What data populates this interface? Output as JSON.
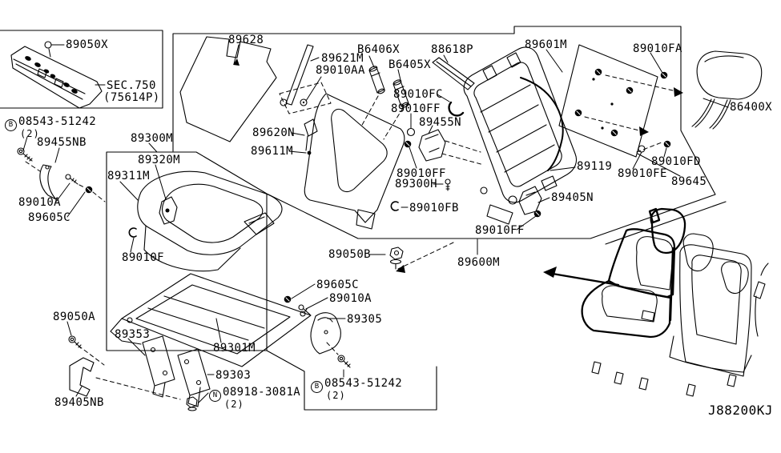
{
  "diagram": {
    "code": "J88200KJ",
    "section_ref": {
      "text": "SEC.750",
      "sub": "(75614P)"
    },
    "fasteners": {
      "bolt": {
        "prefix": "B",
        "number": "08543-51242",
        "qty": "(2)"
      },
      "nut": {
        "prefix": "N",
        "number": "08918-3081A",
        "qty": "(2)"
      }
    },
    "parts": {
      "89050X": "89050X",
      "89455NB": "89455NB",
      "89010A": "89010A",
      "89605C": "89605C",
      "89300M": "89300M",
      "89320M": "89320M",
      "89311M": "89311M",
      "89010F": "89010F",
      "89628": "89628",
      "89621M": "89621M",
      "89010AA": "89010AA",
      "B6406X": "B6406X",
      "B6405X": "B6405X",
      "88618P": "88618P",
      "89010FC": "89010FC",
      "89010FF": "89010FF",
      "89455N": "89455N",
      "89300H": "89300H",
      "89010FB": "89010FB",
      "89620N": "89620N",
      "89611M": "89611M",
      "89601M": "89601M",
      "89010FA": "89010FA",
      "86400X": "86400X",
      "89119": "89119",
      "89010FE": "89010FE",
      "89010FD": "89010FD",
      "89645": "89645",
      "89405N": "89405N",
      "89600M": "89600M",
      "89050B": "89050B",
      "89305": "89305",
      "89050A": "89050A",
      "89353": "89353",
      "89301M": "89301M",
      "89303": "89303",
      "89405NB": "89405NB"
    }
  }
}
